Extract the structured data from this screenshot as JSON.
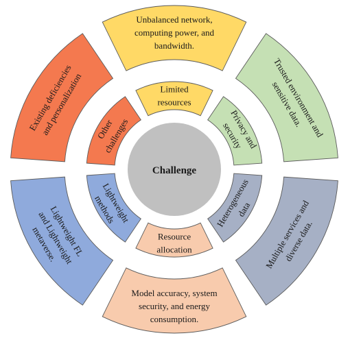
{
  "center": {
    "label": "Challenge",
    "color": "#c0c0c0"
  },
  "segments": [
    {
      "key": "top",
      "color": "#ffd966",
      "inner": [
        "Limited",
        "resources"
      ],
      "outer": [
        "Unbalanced network,",
        "computing power, and",
        "bandwidth."
      ]
    },
    {
      "key": "upper-right",
      "color": "#c5e0b4",
      "inner": [
        "Privacy and",
        "security"
      ],
      "outer": [
        "Trusted environment and",
        "sensitive data."
      ]
    },
    {
      "key": "lower-right",
      "color": "#a6b0c5",
      "inner": [
        "Heterogeneous",
        "data"
      ],
      "outer": [
        "Multiple services and",
        "diverse data."
      ]
    },
    {
      "key": "bottom",
      "color": "#f8cbad",
      "inner": [
        "Resource",
        "allocation"
      ],
      "outer": [
        "Model accuracy, system",
        "security, and energy",
        "consumption."
      ]
    },
    {
      "key": "lower-left",
      "color": "#8faadc",
      "inner": [
        "Lightweight",
        "methods"
      ],
      "outer": [
        "Lightweight FL",
        "and Lightweight",
        "metaverse."
      ]
    },
    {
      "key": "upper-left",
      "color": "#f4794f",
      "inner": [
        "Other",
        "challenges"
      ],
      "outer": [
        "Existing deficiencies",
        "and personalization"
      ]
    }
  ]
}
